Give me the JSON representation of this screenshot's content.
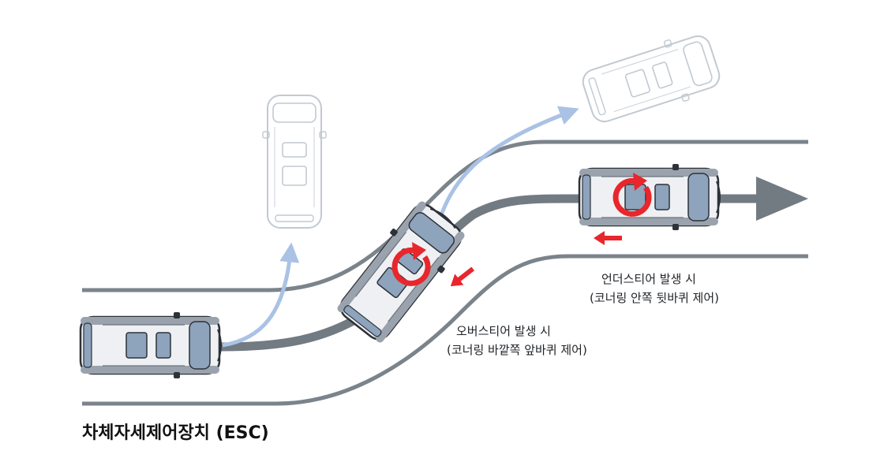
{
  "title": "차체자세제어장치 (ESC)",
  "oversteer": {
    "heading": "오버스티어 발생 시",
    "note": "(코너링 바깥쪽 앞바퀴 제어)"
  },
  "understeer": {
    "heading": "언더스티어 발생 시",
    "note": "(코너링 안쪽 뒷바퀴 제어)"
  },
  "colors": {
    "road_line": "#7b838b",
    "center_path": "#727a82",
    "skid_path": "#aac2e4",
    "control_arrow": "#e8262c",
    "car_body": "#eef0f3",
    "glass": "#8ea3bc"
  },
  "icons": [
    "car-icon",
    "rotation-arrow-icon",
    "brake-arrow-icon",
    "direction-arrow-icon"
  ]
}
